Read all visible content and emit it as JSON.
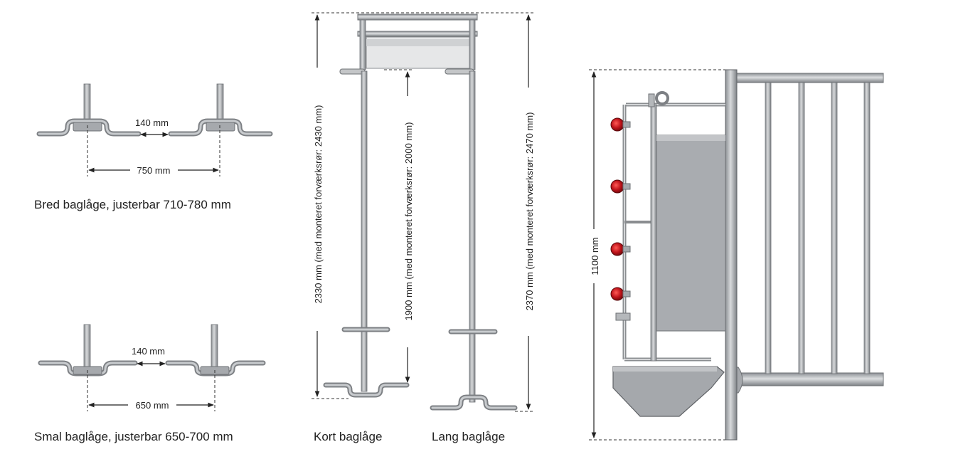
{
  "top_gate": {
    "gap_label": "140 mm",
    "span_label": "750 mm",
    "caption": "Bred baglåge, justerbar 710-780 mm"
  },
  "bottom_gate": {
    "gap_label": "140 mm",
    "span_label": "650 mm",
    "caption": "Smal baglåge, justerbar 650-700 mm"
  },
  "side_gates": {
    "left_height_label": "2330 mm (med monteret forværksrør: 2430 mm)",
    "middle_height_label": "1900 mm (med monteret forværksrør: 2000 mm)",
    "right_height_label": "2370 mm (med monteret forværksrør: 2470 mm)",
    "short_caption": "Kort baglåge",
    "long_caption": "Lang baglåge"
  },
  "front_view": {
    "height_label": "1100 mm"
  },
  "colors": {
    "steel": "#b9bcbf",
    "steel_dark": "#6e7175",
    "reflector": "#c0141b",
    "panel": "#a9acb0"
  }
}
